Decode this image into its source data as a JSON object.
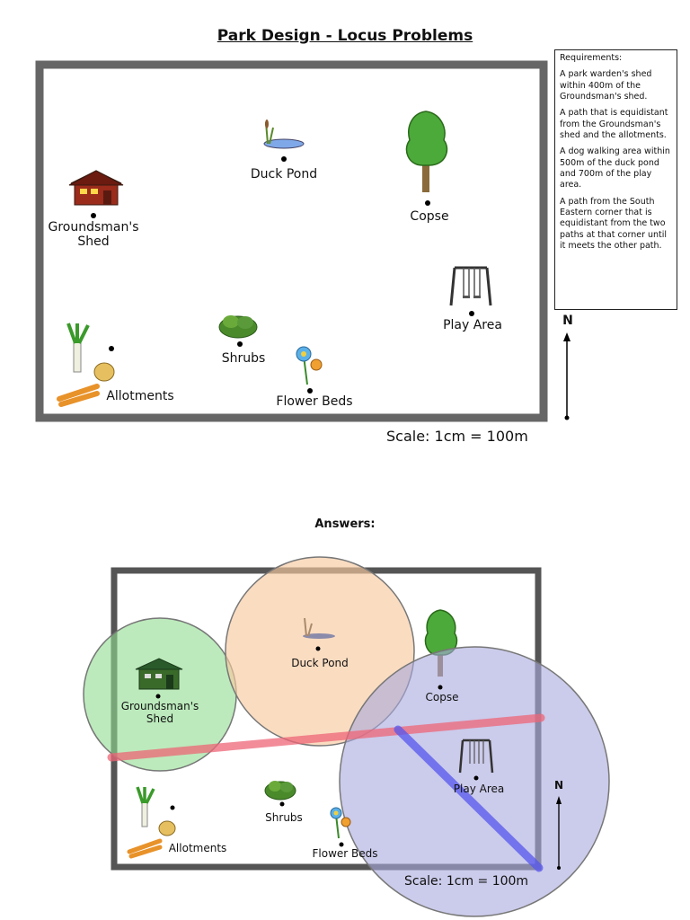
{
  "title": "Park Design - Locus Problems",
  "requirements": {
    "heading": "Requirements:",
    "items": [
      "A park warden's shed within 400m of the Groundsman's shed.",
      "A path that is equidistant from the Groundsman's shed and the allotments.",
      "A dog walking area within 500m of the duck pond and 700m of the play area.",
      "A path from the South Eastern corner that is equidistant from the two paths at that corner until it meets the other path."
    ]
  },
  "labels": {
    "groundsman_line1": "Groundsman's",
    "groundsman_line2": "Shed",
    "duck_pond": "Duck Pond",
    "copse": "Copse",
    "play_area": "Play Area",
    "shrubs": "Shrubs",
    "allotments": "Allotments",
    "flower_beds": "Flower Beds",
    "north": "N"
  },
  "scale": "Scale: 1cm = 100m",
  "answers_title": "Answers:",
  "colors": {
    "border": "#666666",
    "shed_circle": "#8fdc8f",
    "pond_circle": "#f8c9a0",
    "play_circle": "#a9a9dd",
    "red_path": "#ee6677",
    "blue_path": "#5555ee"
  }
}
